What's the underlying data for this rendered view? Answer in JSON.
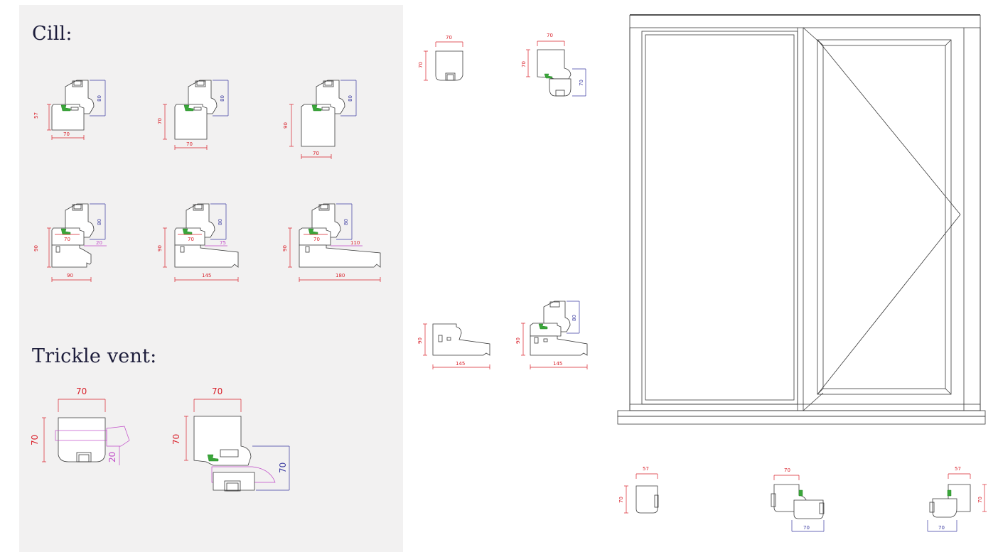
{
  "headings": {
    "cill": "Cill:",
    "trickle_vent": "Trickle vent:"
  },
  "colors": {
    "dim_red": "#d9202a",
    "dim_blue": "#3a3aa0",
    "dim_magenta": "#c04ac8",
    "seal_green": "#3aa63a",
    "line": "#3a3a3a"
  },
  "cill_profiles": [
    {
      "height": "57",
      "width": "70",
      "sash": "80"
    },
    {
      "height": "70",
      "width": "70",
      "sash": "80"
    },
    {
      "height": "90",
      "width": "70",
      "sash": "80"
    },
    {
      "height": "90",
      "width": "90",
      "sash": "80",
      "inner": "70",
      "projection": "20"
    },
    {
      "height": "90",
      "width": "145",
      "sash": "80",
      "inner": "70",
      "projection": "75"
    },
    {
      "height": "90",
      "width": "180",
      "sash": "80",
      "inner": "70",
      "projection": "110"
    }
  ],
  "trickle_vent_profiles": [
    {
      "height": "70",
      "width": "70",
      "vent": "20"
    },
    {
      "height": "70",
      "width": "70",
      "sash": "70"
    }
  ],
  "head_profiles": [
    {
      "height": "70",
      "width": "70"
    },
    {
      "height": "70",
      "width": "70",
      "sash": "70"
    }
  ],
  "sill_profiles": [
    {
      "height": "90",
      "width": "145"
    },
    {
      "height": "90",
      "width": "145",
      "sash": "80"
    }
  ],
  "jamb_profiles": [
    {
      "height": "70",
      "width": "57"
    },
    {
      "top": "70",
      "bottom": "70"
    },
    {
      "top": "57",
      "height": "70",
      "bottom": "70"
    }
  ]
}
